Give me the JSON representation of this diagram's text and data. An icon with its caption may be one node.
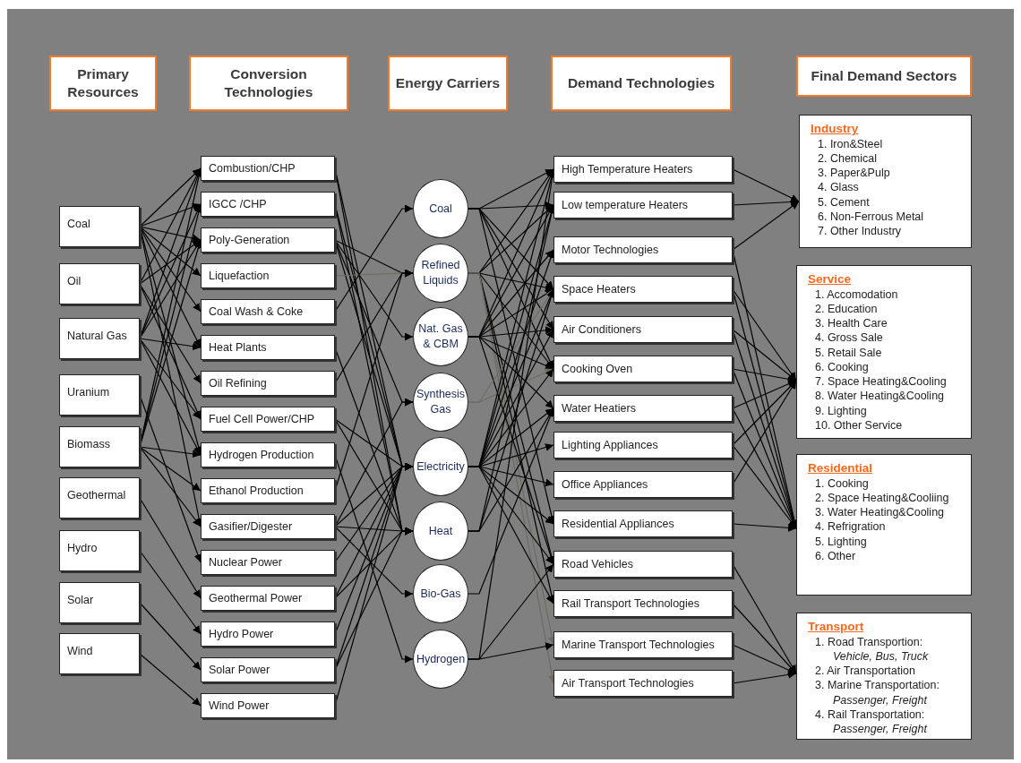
{
  "diagram": {
    "nodes": [
      {
        "text": [
          "Primary Resources"
        ]
      },
      {
        "text": [
          "Conversion Technologies"
        ]
      },
      {
        "text": [
          "Energy Carriers"
        ]
      },
      {
        "text": [
          "Demand Technologies"
        ]
      },
      {
        "text": [
          "Final Demand Sectors"
        ]
      },
      {
        "text": [
          "Coal"
        ]
      },
      {
        "text": [
          "Oil"
        ]
      },
      {
        "text": [
          "Natural Gas"
        ]
      },
      {
        "text": [
          "Uranium"
        ]
      },
      {
        "text": [
          "Biomass"
        ]
      },
      {
        "text": [
          "Geothermal"
        ]
      },
      {
        "text": [
          "Hydro"
        ]
      },
      {
        "text": [
          "Solar"
        ]
      },
      {
        "text": [
          "Wind"
        ]
      },
      {
        "text": [
          "Combustion/CHP"
        ]
      },
      {
        "text": [
          "IGCC /CHP"
        ]
      },
      {
        "text": [
          "Poly-Generation"
        ]
      },
      {
        "text": [
          "Liquefaction"
        ]
      },
      {
        "text": [
          "Coal Wash  & Coke"
        ]
      },
      {
        "text": [
          "Heat Plants"
        ]
      },
      {
        "text": [
          "Oil Refining"
        ]
      },
      {
        "text": [
          "Fuel Cell Power/CHP"
        ]
      },
      {
        "text": [
          "Hydrogen Production"
        ]
      },
      {
        "text": [
          "Ethanol Production"
        ]
      },
      {
        "text": [
          "Gasifier/Digester"
        ]
      },
      {
        "text": [
          "Nuclear Power"
        ]
      },
      {
        "text": [
          "Geothermal Power"
        ]
      },
      {
        "text": [
          "Hydro Power"
        ]
      },
      {
        "text": [
          "Solar Power"
        ]
      },
      {
        "text": [
          "Wind Power"
        ]
      },
      {
        "text": [
          "Coal"
        ]
      },
      {
        "text": [
          "Refined Liquids"
        ]
      },
      {
        "text": [
          "Nat. Gas & CBM"
        ]
      },
      {
        "text": [
          "Synthesis Gas"
        ]
      },
      {
        "text": [
          "Electricity"
        ]
      },
      {
        "text": [
          "Heat"
        ]
      },
      {
        "text": [
          "Bio-Gas"
        ]
      },
      {
        "text": [
          "Hydrogen"
        ]
      },
      {
        "text": [
          "High Temperature Heaters"
        ]
      },
      {
        "text": [
          "Low temperature Heaters"
        ]
      },
      {
        "text": [
          "Motor Technologies"
        ]
      },
      {
        "text": [
          "Space Heaters"
        ]
      },
      {
        "text": [
          "Air Conditioners"
        ]
      },
      {
        "text": [
          "Cooking  Oven"
        ]
      },
      {
        "text": [
          "Water Heatiers"
        ]
      },
      {
        "text": [
          "Lighting Appliances"
        ]
      },
      {
        "text": [
          "Office Appliances"
        ]
      },
      {
        "text": [
          "Residential Appliances"
        ]
      },
      {
        "text": [
          "Road Vehicles"
        ]
      },
      {
        "text": [
          "Rail Transport Technologies"
        ]
      },
      {
        "text": [
          "Marine Transport Technologies"
        ]
      },
      {
        "text": [
          "Air Transport Technologies"
        ]
      },
      {
        "text": [
          "Industry",
          "1. Iron&Steel",
          "2. Chemical",
          "3. Paper&Pulp",
          "4. Glass",
          "5. Cement",
          "6. Non-Ferrous Metal",
          "7. Other Industry"
        ]
      },
      {
        "text": [
          "Service",
          "1. Accomodation",
          "2. Education",
          "3. Health Care",
          "4. Gross Sale",
          "5. Retail Sale",
          "6. Cooking",
          "7. Space Heating&Cooling",
          "8. Water Heating&Cooling",
          "9. Lighting",
          "10. Other Service"
        ]
      },
      {
        "text": [
          "Residential",
          "1. Cooking",
          "2. Space Heating&Cooliing",
          "3. Water Heating&Cooling",
          "4. Refrigration",
          "5. Lighting",
          "6. Other"
        ]
      },
      {
        "text": [
          "Transport",
          "1. Road Transportion: *Vehicle, Bus, Truck*",
          "2. Air Transportation",
          "3. Marine Transportation: *Passenger, Freight*",
          "4. Rail Transportation: *Passenger, Freight*"
        ]
      }
    ],
    "edges": [
      {
        "from": 5,
        "to": 14,
        "arrow": "to"
      },
      {
        "from": 5,
        "to": 15,
        "arrow": "to"
      },
      {
        "from": 5,
        "to": 16,
        "arrow": "to"
      },
      {
        "from": 5,
        "to": 17,
        "arrow": "to"
      },
      {
        "from": 5,
        "to": 18,
        "arrow": "to"
      },
      {
        "from": 5,
        "to": 19,
        "arrow": "to"
      },
      {
        "from": 5,
        "to": 22,
        "arrow": "to"
      },
      {
        "from": 5,
        "to": 24,
        "arrow": "to"
      },
      {
        "from": 6,
        "to": 14,
        "arrow": "to"
      },
      {
        "from": 6,
        "to": 16,
        "arrow": "to"
      },
      {
        "from": 6,
        "to": 20,
        "arrow": "to"
      },
      {
        "from": 6,
        "to": 21,
        "arrow": "to"
      },
      {
        "from": 7,
        "to": 14,
        "arrow": "to"
      },
      {
        "from": 7,
        "to": 15,
        "arrow": "to"
      },
      {
        "from": 7,
        "to": 16,
        "arrow": "to"
      },
      {
        "from": 7,
        "to": 19,
        "arrow": "to"
      },
      {
        "from": 7,
        "to": 21,
        "arrow": "to"
      },
      {
        "from": 7,
        "to": 22,
        "arrow": "to"
      },
      {
        "from": 8,
        "to": 25,
        "arrow": "to"
      },
      {
        "from": 9,
        "to": 14,
        "arrow": "to"
      },
      {
        "from": 9,
        "to": 15,
        "arrow": "to"
      },
      {
        "from": 9,
        "to": 16,
        "arrow": "to"
      },
      {
        "from": 9,
        "to": 22,
        "arrow": "to"
      },
      {
        "from": 9,
        "to": 23,
        "arrow": "to"
      },
      {
        "from": 9,
        "to": 24,
        "arrow": "to"
      },
      {
        "from": 10,
        "to": 26,
        "arrow": "to"
      },
      {
        "from": 11,
        "to": 27,
        "arrow": "to"
      },
      {
        "from": 12,
        "to": 28,
        "arrow": "to"
      },
      {
        "from": 13,
        "to": 29,
        "arrow": "to"
      },
      {
        "from": 14,
        "to": 34,
        "arrow": "to"
      },
      {
        "from": 14,
        "to": 35,
        "arrow": "to"
      },
      {
        "from": 15,
        "to": 34,
        "arrow": "to"
      },
      {
        "from": 15,
        "to": 35,
        "arrow": "to"
      },
      {
        "from": 16,
        "to": 31,
        "arrow": "to"
      },
      {
        "from": 16,
        "to": 32,
        "arrow": "to"
      },
      {
        "from": 16,
        "to": 33,
        "arrow": "to"
      },
      {
        "from": 16,
        "to": 34,
        "arrow": "to"
      },
      {
        "from": 17,
        "to": 31,
        "arrow": "to",
        "color": "#6e6a62"
      },
      {
        "from": 18,
        "to": 30,
        "arrow": "to"
      },
      {
        "from": 19,
        "to": 35,
        "arrow": "to"
      },
      {
        "from": 20,
        "to": 31,
        "arrow": "to"
      },
      {
        "from": 21,
        "to": 34,
        "arrow": "to"
      },
      {
        "from": 21,
        "to": 35,
        "arrow": "to"
      },
      {
        "from": 22,
        "to": 37,
        "arrow": "to"
      },
      {
        "from": 23,
        "to": 31,
        "arrow": "to"
      },
      {
        "from": 24,
        "to": 33,
        "arrow": "to"
      },
      {
        "from": 24,
        "to": 34,
        "arrow": "to"
      },
      {
        "from": 24,
        "to": 35,
        "arrow": "to"
      },
      {
        "from": 24,
        "to": 36,
        "arrow": "to"
      },
      {
        "from": 25,
        "to": 34,
        "arrow": "to"
      },
      {
        "from": 26,
        "to": 34,
        "arrow": "to"
      },
      {
        "from": 26,
        "to": 35,
        "arrow": "to"
      },
      {
        "from": 27,
        "to": 34,
        "arrow": "to"
      },
      {
        "from": 28,
        "to": 34,
        "arrow": "to"
      },
      {
        "from": 28,
        "to": 35,
        "arrow": "to"
      },
      {
        "from": 29,
        "to": 34,
        "arrow": "to"
      },
      {
        "from": 30,
        "to": 38,
        "arrow": "to"
      },
      {
        "from": 30,
        "to": 39,
        "arrow": "to"
      },
      {
        "from": 30,
        "to": 41,
        "arrow": "to"
      },
      {
        "from": 30,
        "to": 42,
        "arrow": "to"
      },
      {
        "from": 30,
        "to": 43,
        "arrow": "to"
      },
      {
        "from": 30,
        "to": 47,
        "arrow": "to"
      },
      {
        "from": 31,
        "to": 38,
        "arrow": "to"
      },
      {
        "from": 31,
        "to": 39,
        "arrow": "to"
      },
      {
        "from": 31,
        "to": 41,
        "arrow": "to"
      },
      {
        "from": 31,
        "to": 43,
        "arrow": "to"
      },
      {
        "from": 31,
        "to": 48,
        "arrow": "to"
      },
      {
        "from": 31,
        "to": 49,
        "arrow": "to"
      },
      {
        "from": 31,
        "to": 50,
        "arrow": "to",
        "color": "#6e6a62"
      },
      {
        "from": 31,
        "to": 51,
        "arrow": "to",
        "color": "#6e6a62"
      },
      {
        "from": 32,
        "to": 38,
        "arrow": "to"
      },
      {
        "from": 32,
        "to": 39,
        "arrow": "to"
      },
      {
        "from": 32,
        "to": 40,
        "arrow": "to"
      },
      {
        "from": 32,
        "to": 41,
        "arrow": "to"
      },
      {
        "from": 32,
        "to": 42,
        "arrow": "to"
      },
      {
        "from": 32,
        "to": 43,
        "arrow": "to"
      },
      {
        "from": 32,
        "to": 44,
        "arrow": "to"
      },
      {
        "from": 32,
        "to": 48,
        "arrow": "to"
      },
      {
        "from": 33,
        "to": 41,
        "arrow": "to",
        "color": "#6e6a62"
      },
      {
        "from": 33,
        "to": 43,
        "arrow": "to",
        "color": "#6e6a62"
      },
      {
        "from": 34,
        "to": 38,
        "arrow": "to"
      },
      {
        "from": 34,
        "to": 39,
        "arrow": "to"
      },
      {
        "from": 34,
        "to": 40,
        "arrow": "to"
      },
      {
        "from": 34,
        "to": 41,
        "arrow": "to"
      },
      {
        "from": 34,
        "to": 42,
        "arrow": "to"
      },
      {
        "from": 34,
        "to": 43,
        "arrow": "to"
      },
      {
        "from": 34,
        "to": 44,
        "arrow": "to"
      },
      {
        "from": 34,
        "to": 45,
        "arrow": "to"
      },
      {
        "from": 34,
        "to": 46,
        "arrow": "to"
      },
      {
        "from": 34,
        "to": 47,
        "arrow": "to"
      },
      {
        "from": 34,
        "to": 48,
        "arrow": "to"
      },
      {
        "from": 34,
        "to": 49,
        "arrow": "to"
      },
      {
        "from": 35,
        "to": 39,
        "arrow": "to"
      },
      {
        "from": 35,
        "to": 41,
        "arrow": "to"
      },
      {
        "from": 35,
        "to": 44,
        "arrow": "to"
      },
      {
        "from": 36,
        "to": 44,
        "arrow": "to"
      },
      {
        "from": 37,
        "to": 38,
        "arrow": "to"
      },
      {
        "from": 37,
        "to": 48,
        "arrow": "to"
      },
      {
        "from": 37,
        "to": 50,
        "arrow": "to"
      },
      {
        "from": 38,
        "to": 52,
        "arrow": "to"
      },
      {
        "from": 39,
        "to": 52,
        "arrow": "to"
      },
      {
        "from": 40,
        "to": 52,
        "arrow": "to"
      },
      {
        "from": 40,
        "to": 54,
        "arrow": "to"
      },
      {
        "from": 41,
        "to": 53,
        "arrow": "to"
      },
      {
        "from": 41,
        "to": 54,
        "arrow": "to"
      },
      {
        "from": 42,
        "to": 53,
        "arrow": "to"
      },
      {
        "from": 42,
        "to": 54,
        "arrow": "to"
      },
      {
        "from": 43,
        "to": 53,
        "arrow": "to"
      },
      {
        "from": 43,
        "to": 54,
        "arrow": "to"
      },
      {
        "from": 44,
        "to": 53,
        "arrow": "to"
      },
      {
        "from": 44,
        "to": 54,
        "arrow": "to"
      },
      {
        "from": 45,
        "to": 53,
        "arrow": "to"
      },
      {
        "from": 45,
        "to": 54,
        "arrow": "to"
      },
      {
        "from": 46,
        "to": 53,
        "arrow": "to"
      },
      {
        "from": 47,
        "to": 54,
        "arrow": "to"
      },
      {
        "from": 48,
        "to": 55,
        "arrow": "to"
      },
      {
        "from": 49,
        "to": 55,
        "arrow": "to"
      },
      {
        "from": 50,
        "to": 55,
        "arrow": "to"
      },
      {
        "from": 51,
        "to": 55,
        "arrow": "to"
      }
    ]
  }
}
